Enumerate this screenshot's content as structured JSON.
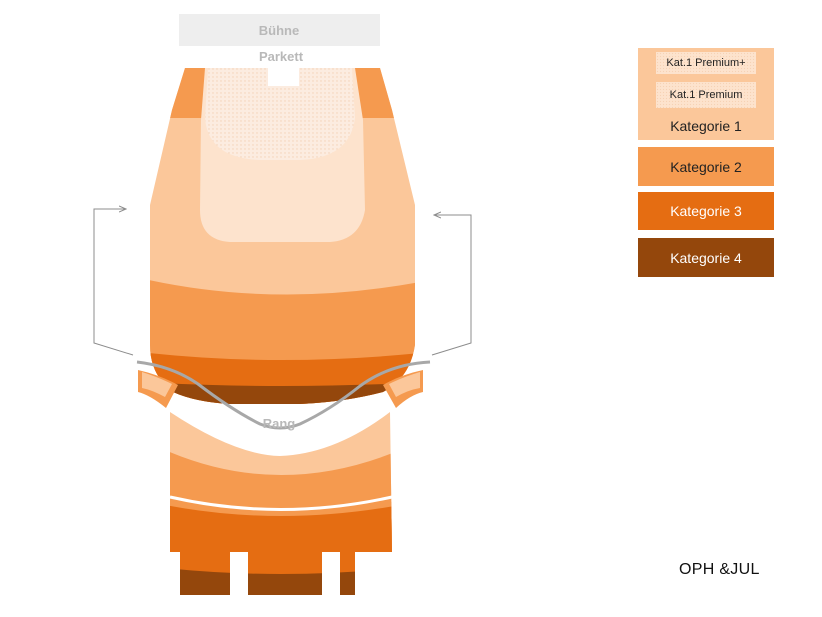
{
  "labels": {
    "stage": "Bühne",
    "parkett": "Parkett",
    "rang": "Rang"
  },
  "legend": [
    {
      "label": "Kat.1 Premium+",
      "color": "#fde3cd"
    },
    {
      "label": "Kat.1 Premium",
      "color": "#fde3cd"
    },
    {
      "label": "Kategorie 1",
      "color": "#fbc79a"
    },
    {
      "label": "Kategorie 2",
      "color": "#f59a4f"
    },
    {
      "label": "Kategorie 3",
      "color": "#e56d12"
    },
    {
      "label": "Kategorie 4",
      "color": "#94470c"
    }
  ],
  "code": "OPH &JUL",
  "colors": {
    "premium": "#fde3cd",
    "premium_plus": "#fcebdd",
    "kat1": "#fbc79a",
    "kat2": "#f59a4f",
    "kat3": "#e56d12",
    "kat4": "#94470c",
    "stage": "#eeeeee",
    "label_gray": "#b9b9b9",
    "arrow_gray": "#8c8c8c"
  }
}
